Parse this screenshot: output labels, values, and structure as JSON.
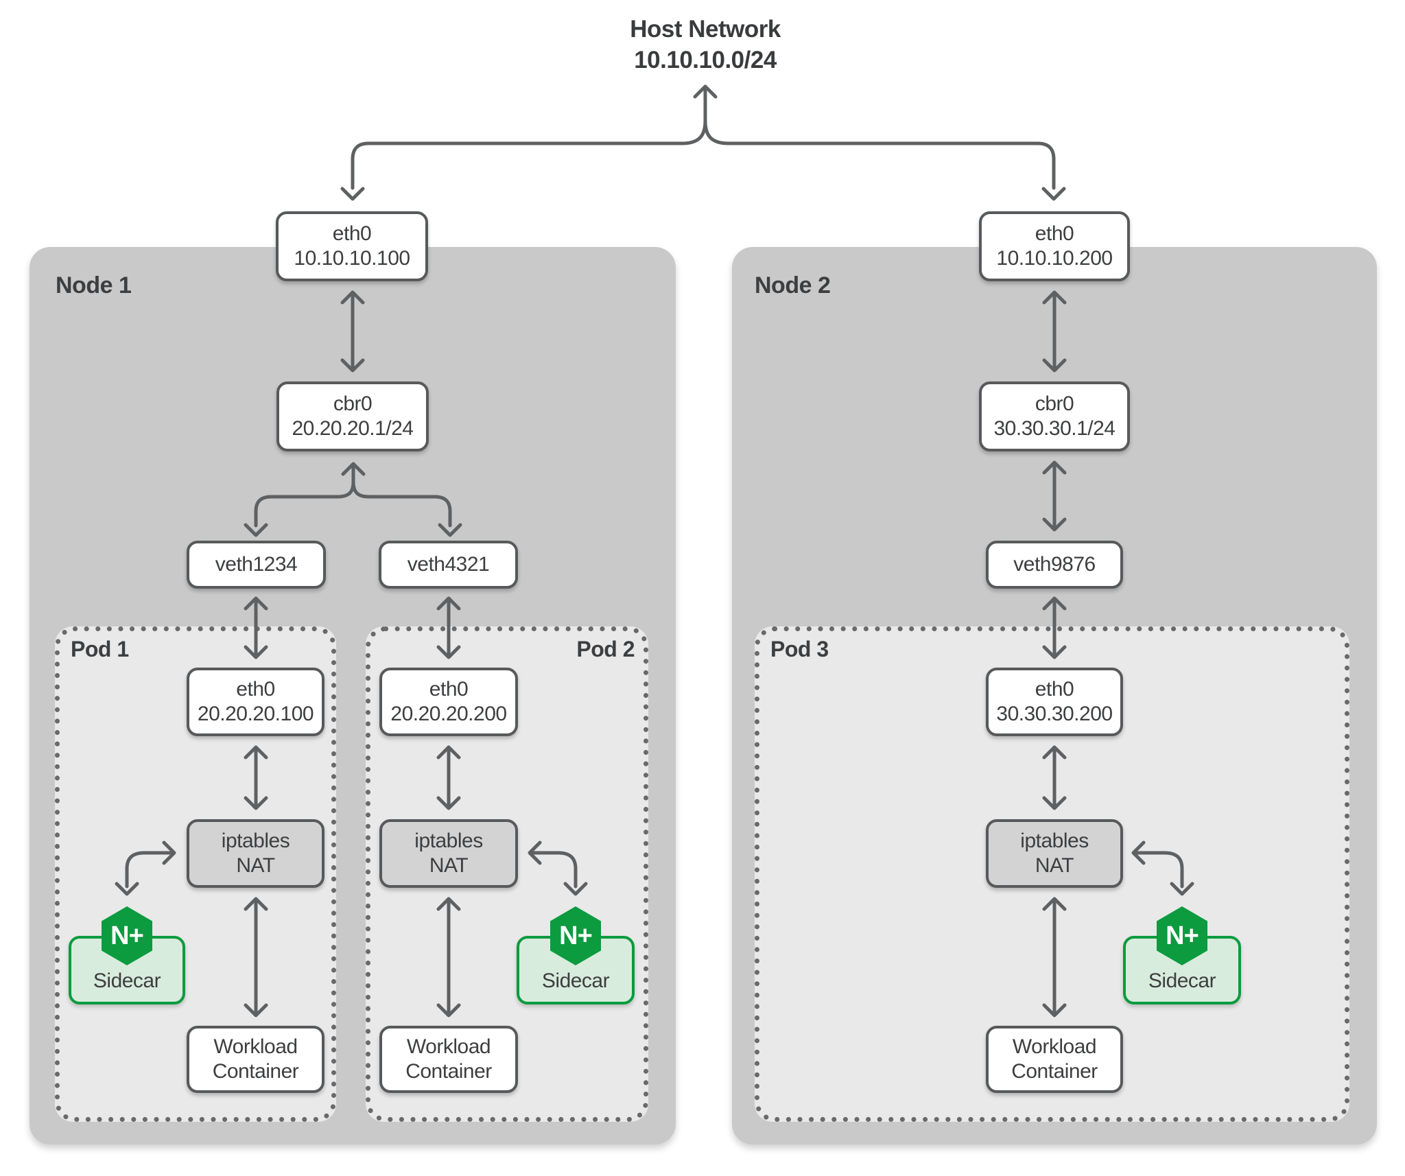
{
  "title": {
    "line1": "Host Network",
    "line2": "10.10.10.0/24"
  },
  "colors": {
    "node_fill": "#c9c9c9",
    "pod_fill": "#e9e9e9",
    "nat_fill": "#d3d3d3",
    "box_border": "#58595b",
    "arrow": "#5f6062",
    "pod_dot_border": "#68696b",
    "text": "#3d3e40",
    "nginx_green": "#0c9b3f",
    "sidecar_fill": "#d8ecdd"
  },
  "nodes": [
    {
      "label": "Node 1",
      "eth0": {
        "name": "eth0",
        "ip": "10.10.10.100"
      },
      "bridge": {
        "name": "cbr0",
        "ip": "20.20.20.1/24"
      },
      "veths": [
        {
          "name": "veth1234"
        },
        {
          "name": "veth4321"
        }
      ],
      "pods": [
        {
          "label": "Pod 1",
          "eth0": {
            "name": "eth0",
            "ip": "20.20.20.100"
          },
          "nat": {
            "line1": "iptables",
            "line2": "NAT"
          },
          "sidecar": {
            "label": "Sidecar",
            "logo": "N+"
          },
          "workload": {
            "line1": "Workload",
            "line2": "Container"
          }
        },
        {
          "label": "Pod 2",
          "eth0": {
            "name": "eth0",
            "ip": "20.20.20.200"
          },
          "nat": {
            "line1": "iptables",
            "line2": "NAT"
          },
          "sidecar": {
            "label": "Sidecar",
            "logo": "N+"
          },
          "workload": {
            "line1": "Workload",
            "line2": "Container"
          }
        }
      ]
    },
    {
      "label": "Node 2",
      "eth0": {
        "name": "eth0",
        "ip": "10.10.10.200"
      },
      "bridge": {
        "name": "cbr0",
        "ip": "30.30.30.1/24"
      },
      "veths": [
        {
          "name": "veth9876"
        }
      ],
      "pods": [
        {
          "label": "Pod 3",
          "eth0": {
            "name": "eth0",
            "ip": "30.30.30.200"
          },
          "nat": {
            "line1": "iptables",
            "line2": "NAT"
          },
          "sidecar": {
            "label": "Sidecar",
            "logo": "N+"
          },
          "workload": {
            "line1": "Workload",
            "line2": "Container"
          }
        }
      ]
    }
  ]
}
